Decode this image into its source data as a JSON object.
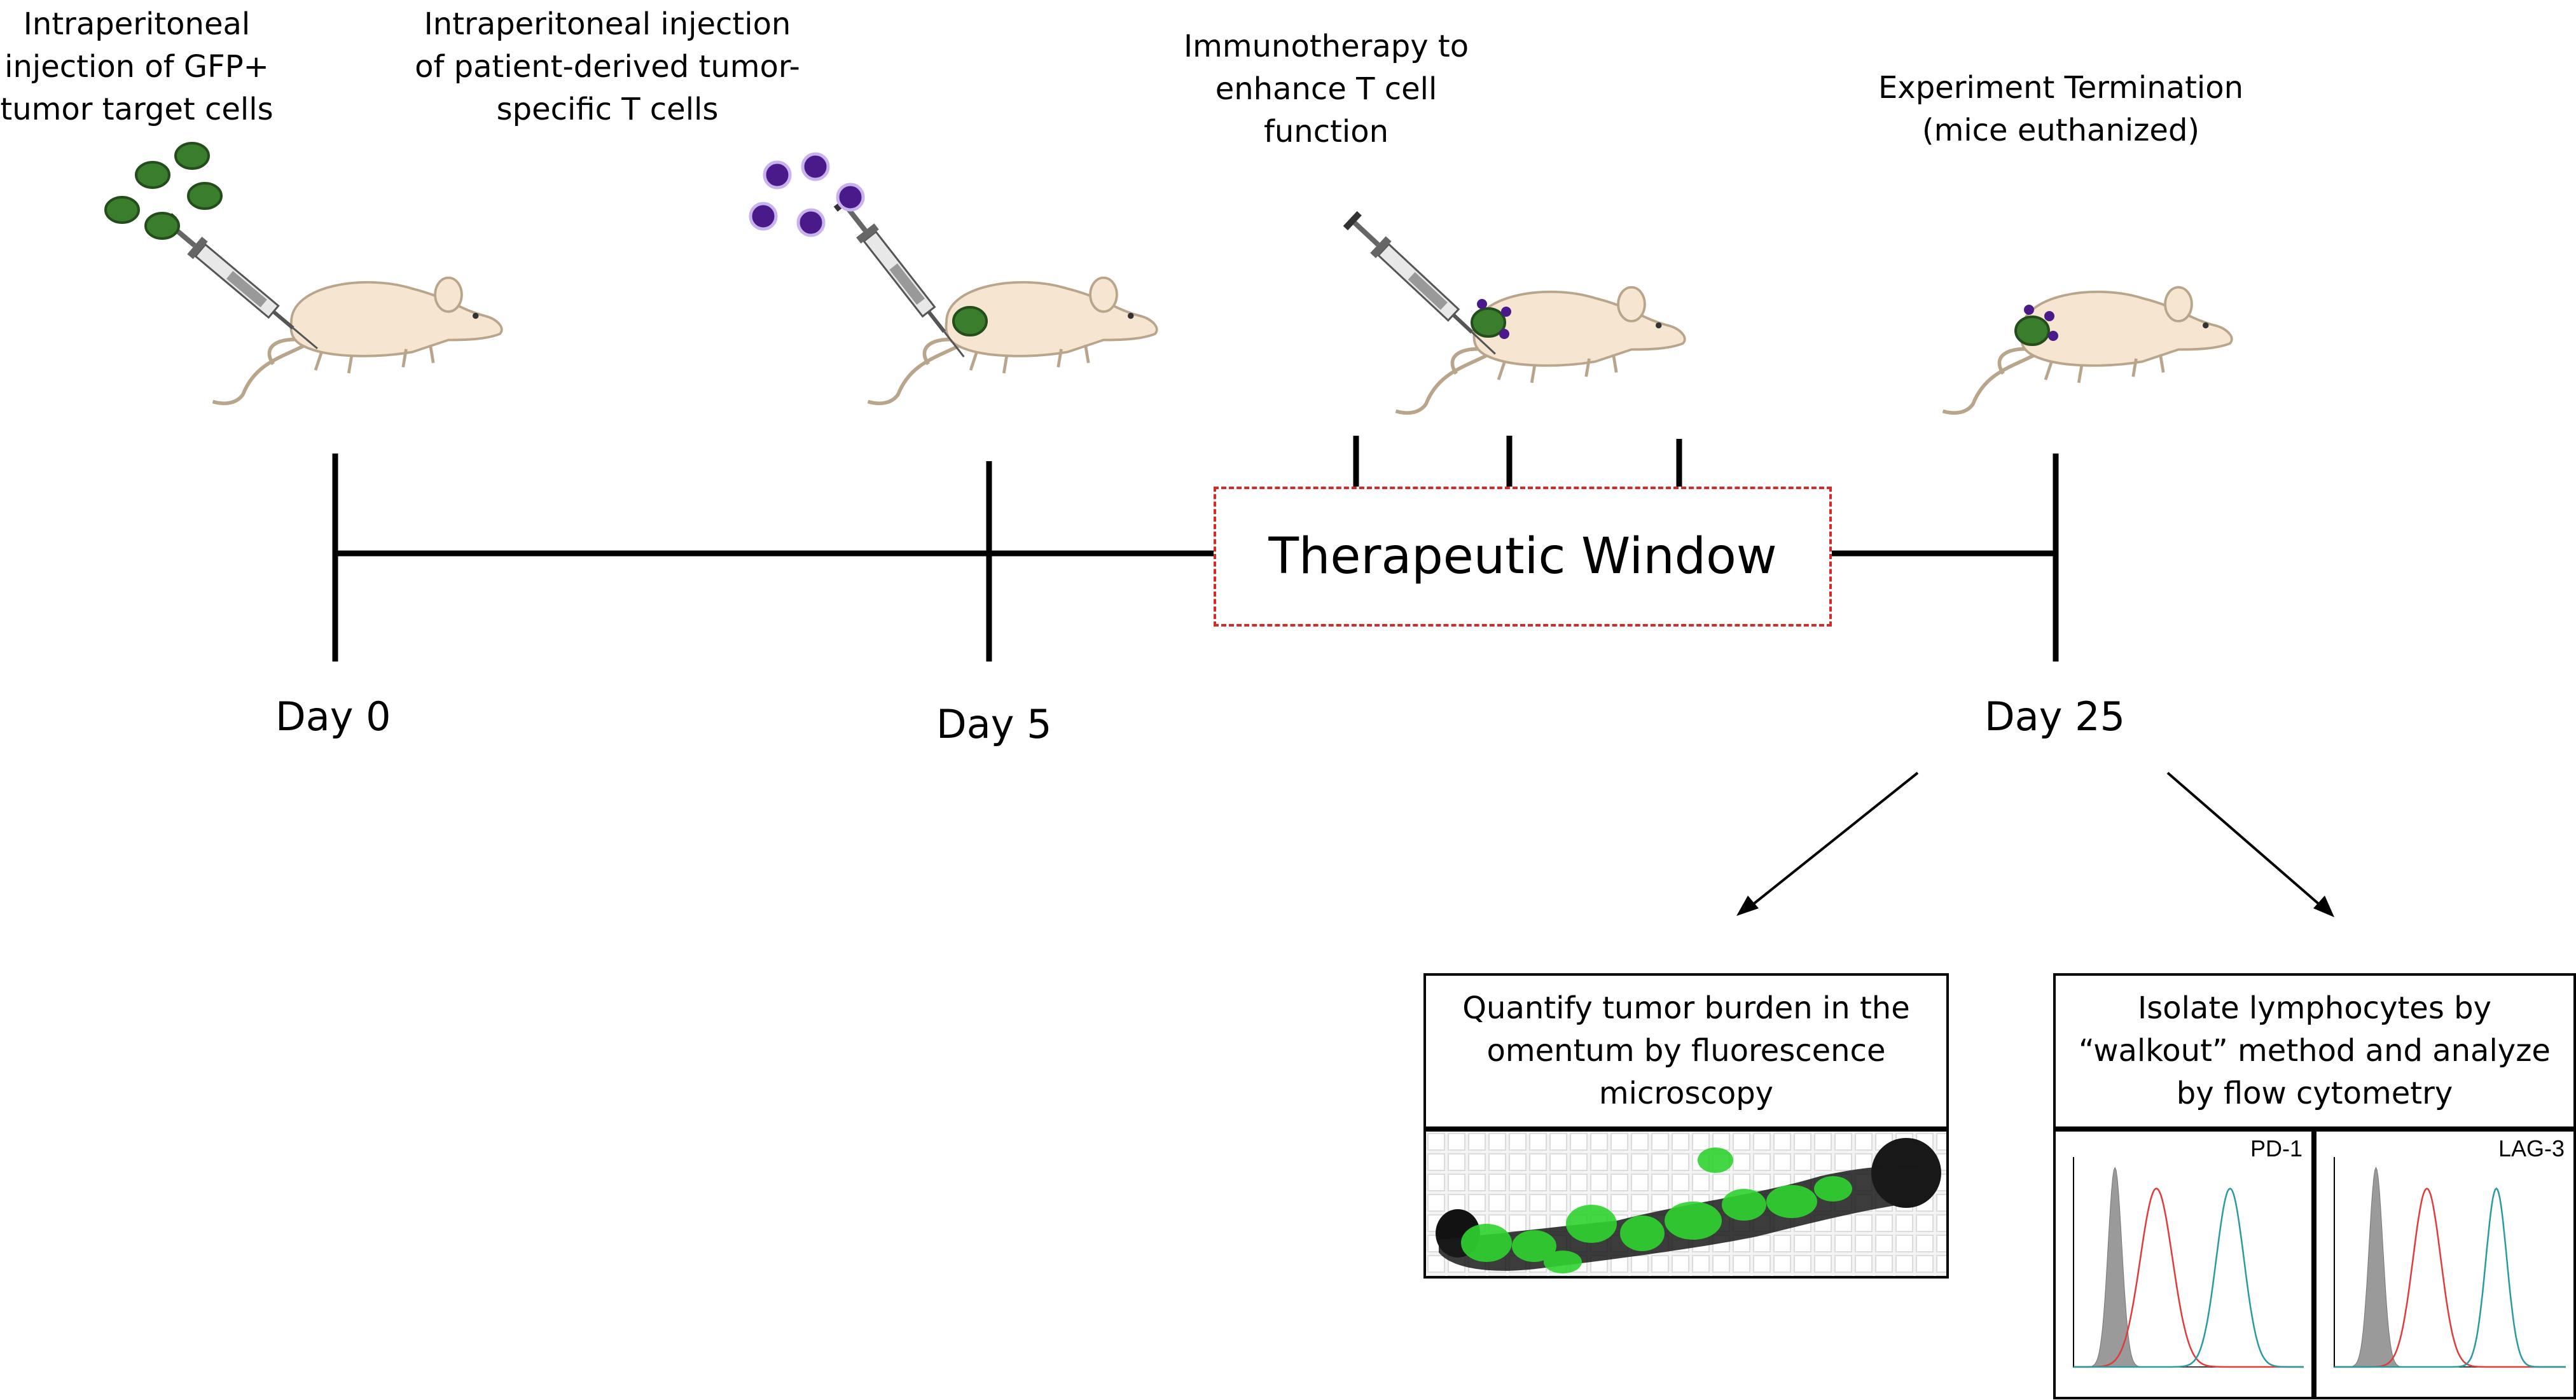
{
  "steps": [
    {
      "label": "Intraperitoneal injection of GFP+ tumor target cells"
    },
    {
      "label": "Intraperitoneal injection of patient-derived tumor-specific T cells"
    },
    {
      "label": "Immunotherapy to enhance T cell function"
    },
    {
      "label": "Experiment Termination (mice euthanized)"
    }
  ],
  "timeline": {
    "days": [
      "Day 0",
      "Day 5",
      "Day 25"
    ],
    "window_label": "Therapeutic Window"
  },
  "outputs": {
    "microscopy": "Quantify tumor burden in the omentum by fluorescence microscopy",
    "flow": "Isolate lymphocytes by “walkout” method and analyze by flow cytometry"
  },
  "histograms": [
    {
      "marker": "PD-1"
    },
    {
      "marker": "LAG-3"
    }
  ],
  "colors": {
    "tumor_cell": "#3a7d2c",
    "t_cell": "#4b1a8a",
    "window_border": "#d42a2a",
    "gfp": "#2fd42f",
    "curve_red": "#e03a3a",
    "curve_teal": "#2a9aa0",
    "isotype": "#9a9a9a"
  }
}
